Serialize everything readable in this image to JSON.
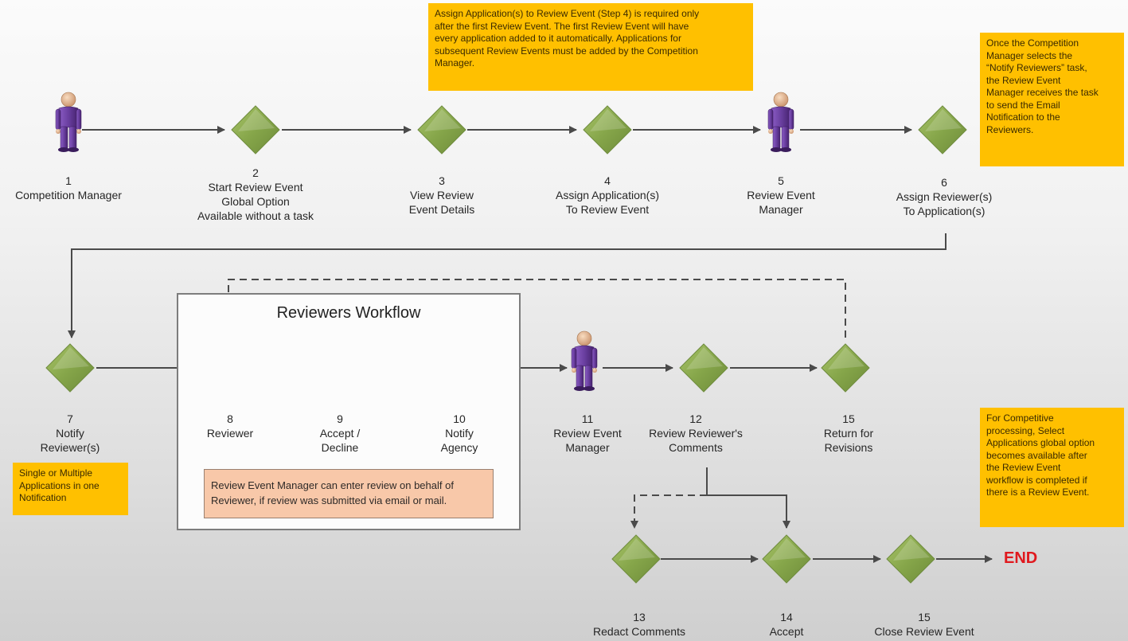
{
  "colors": {
    "diamond": "#8aaa4e",
    "arrow": "#4a4a4a",
    "callout": "#ffc000",
    "note": "#f8c8a9",
    "end": "#e0191e",
    "person_purple": "#6a3fa0",
    "person_red": "#e02020"
  },
  "icons": {
    "competition_manager": "person-icon",
    "review_event_manager": "person-icon",
    "reviewer": "person-icon",
    "step": "diamond-icon"
  },
  "steps": {
    "s1": {
      "num": "1",
      "lines": [
        "Competition Manager"
      ]
    },
    "s2": {
      "num": "2",
      "lines": [
        "Start Review Event",
        "Global Option",
        "Available without a task"
      ]
    },
    "s3": {
      "num": "3",
      "lines": [
        "View Review",
        "Event Details"
      ]
    },
    "s4": {
      "num": "4",
      "lines": [
        "Assign Application(s)",
        "To Review Event"
      ]
    },
    "s5": {
      "num": "5",
      "lines": [
        "Review Event",
        "Manager"
      ]
    },
    "s6": {
      "num": "6",
      "lines": [
        "Assign Reviewer(s)",
        "To Application(s)"
      ]
    },
    "s7": {
      "num": "7",
      "lines": [
        "Notify",
        "Reviewer(s)"
      ]
    },
    "s8": {
      "num": "8",
      "lines": [
        "Reviewer"
      ]
    },
    "s9": {
      "num": "9",
      "lines": [
        "Accept /",
        "Decline"
      ]
    },
    "s10": {
      "num": "10",
      "lines": [
        "Notify",
        "Agency"
      ]
    },
    "s11": {
      "num": "11",
      "lines": [
        "Review Event",
        "Manager"
      ]
    },
    "s12": {
      "num": "12",
      "lines": [
        "Review Reviewer's",
        "Comments"
      ]
    },
    "s15a": {
      "num": "15",
      "lines": [
        "Return for",
        "Revisions"
      ]
    },
    "s13": {
      "num": "13",
      "lines": [
        "Redact Comments"
      ]
    },
    "s14": {
      "num": "14",
      "lines": [
        "Accept"
      ]
    },
    "s15b": {
      "num": "15",
      "lines": [
        "Close Review Event"
      ]
    }
  },
  "callouts": {
    "step4_note": [
      "Assign Application(s) to Review Event (Step 4) is required only",
      "after the first Review Event. The first Review Event will have",
      "every application added to it automatically. Applications for",
      "subsequent Review Events must be added by the Competition",
      "Manager."
    ],
    "notify_note": [
      "Once the Competition",
      "Manager selects the",
      "“Notify Reviewers” task,",
      "the Review Event",
      "Manager receives the task",
      "to send the Email",
      "Notification to the",
      "Reviewers."
    ],
    "single_note": [
      "Single or Multiple",
      "Applications in one",
      "Notification"
    ],
    "competitive_note": [
      "For Competitive",
      "processing, Select",
      "Applications global option",
      "becomes available after",
      "the Review Event",
      "workflow is completed if",
      "there is a Review Event."
    ]
  },
  "reviewers_workflow": {
    "title": "Reviewers Workflow",
    "note": [
      "Review Event Manager can enter review on behalf of",
      "Reviewer, if review was submitted via email or mail."
    ]
  },
  "end_label": "END"
}
